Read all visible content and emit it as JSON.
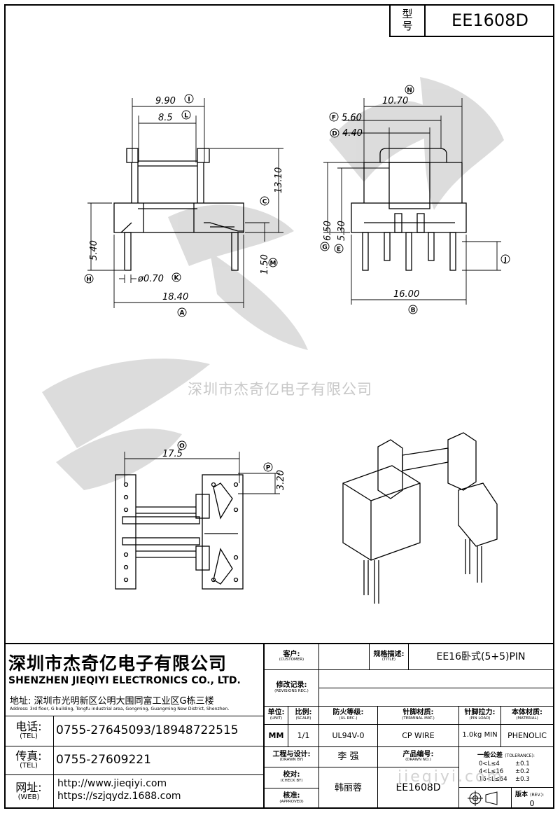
{
  "model_box": {
    "label": "型号",
    "value": "EE1608D"
  },
  "watermark": {
    "company": "深圳市杰奇亿电子有限公司",
    "site": "jieqiyi.com"
  },
  "dims": {
    "I_val": "9.90",
    "L_val": "8.5",
    "C_val": "13.10",
    "H_val": "5.40",
    "K_val": "ø0.70",
    "M_val": "1.50",
    "A_val": "18.40",
    "N_val": "10.70",
    "F_val": "5.60",
    "D_val": "4.40",
    "G_val": "6.50",
    "E_val": "5.30",
    "B_val": "16.00",
    "O_val": "17.5",
    "P_val": "3.20",
    "L_A": "A",
    "L_B": "B",
    "L_C": "C",
    "L_D": "D",
    "L_E": "E",
    "L_F": "F",
    "L_G": "G",
    "L_H": "H",
    "L_I": "I",
    "L_J": "J",
    "L_K": "K",
    "L_L": "L",
    "L_M": "M",
    "L_N": "N",
    "L_O": "O",
    "L_P": "P"
  },
  "company": {
    "name_cn": "深圳市杰奇亿电子有限公司",
    "name_en": "SHENZHEN JIEQIYI ELECTRONICS CO., LTD.",
    "addr_label": "地址:",
    "addr_cn": "深圳市光明新区公明大围同富工业区G栋三楼",
    "addr_en": "Address: 3rd floor, G building, Tongfu industrial area, Gongming, Guangming New District, Shenzhen.",
    "tel_label": "电话:",
    "tel_en": "(TEL)",
    "tel": "0755-27645093/18948722515",
    "fax_label": "传真:",
    "fax_en": "(TEL)",
    "fax": "0755-27609221",
    "web_label": "网址:",
    "web_en": "(WEB)",
    "web1": "http://www.jieqiyi.com",
    "web2": "https://szjqydz.1688.com"
  },
  "table": {
    "customer_cn": "客户:",
    "customer_en": "(CUSTOMER)",
    "title_cn": "规格描述:",
    "title_en": "(TITLE)",
    "title_val": "EE16卧式(5+5)PIN",
    "rev_cn": "修改记录:",
    "rev_en": "(REVISIONS REC.)",
    "unit_cn": "单位:",
    "unit_en": "(UNIT)",
    "unit_val": "MM",
    "scale_cn": "比例:",
    "scale_en": "(SCALE)",
    "scale_val": "1/1",
    "ul_cn": "防火等级:",
    "ul_en": "(UL REC.)",
    "ul_val": "UL94V-0",
    "term_cn": "针脚材质:",
    "term_en": "(TERMINAL MAT.)",
    "term_val": "CP WIRE",
    "pinload_cn": "针脚拉力:",
    "pinload_en": "(PIN LOAD)",
    "pinload_val": "1.0kg MIN",
    "mat_cn": "本体材质:",
    "mat_en": "(MATERIAL)",
    "mat_val": "PHENOLIC",
    "drawn_cn": "工程与设计:",
    "drawn_en": "(DRAWN BY)",
    "drawn_val": "李  强",
    "drawno_cn": "产品编号:",
    "drawno_en": "(DRAWN NO.)",
    "drawno_val": "EE1608D",
    "check_cn": "校对:",
    "check_en": "(CHECK BY)",
    "check_val": "韩丽蓉",
    "appr_cn": "核准:",
    "appr_en": "(APPROVED)",
    "tol_cn": "一般公差",
    "tol_en": "(TOLERANCE):",
    "tol": [
      {
        "range": "0<L≤4",
        "value": "±0.1"
      },
      {
        "range": "4<L≤16",
        "value": "±0.2"
      },
      {
        "range": "16<L≤64",
        "value": "±0.3"
      }
    ],
    "ver_cn": "版本",
    "ver_en": "(REV.):",
    "ver_val": "0"
  }
}
